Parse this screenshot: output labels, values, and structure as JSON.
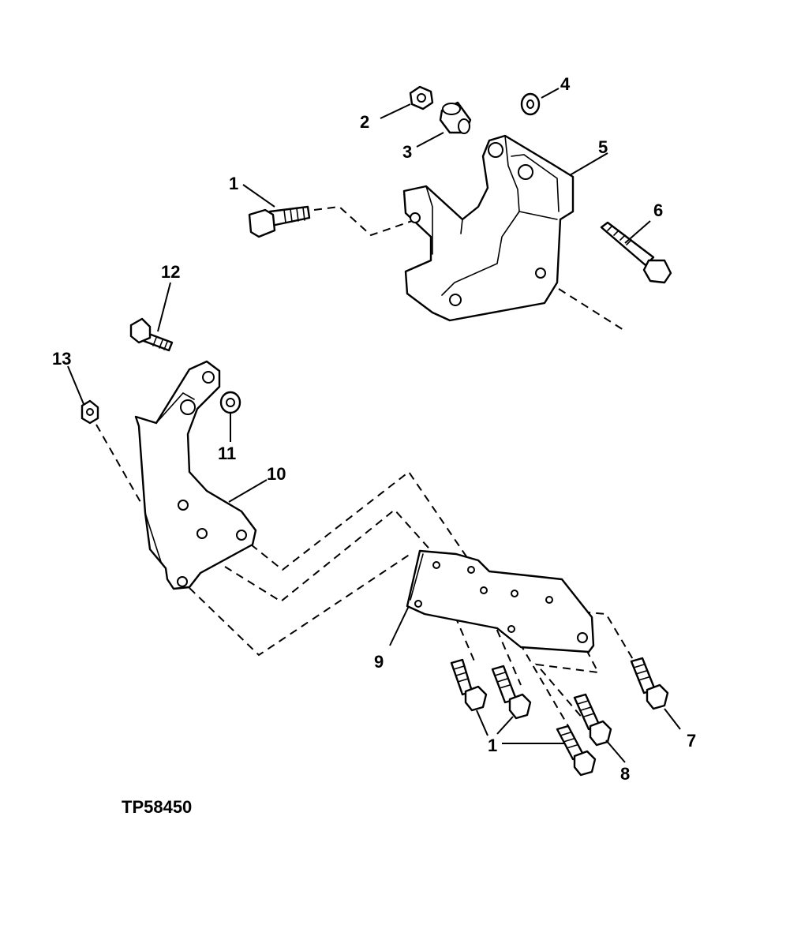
{
  "figure_id": "TP58450",
  "callouts": [
    {
      "id": "c1a",
      "label": "1"
    },
    {
      "id": "c1b",
      "label": "1"
    },
    {
      "id": "c2",
      "label": "2"
    },
    {
      "id": "c3",
      "label": "3"
    },
    {
      "id": "c4",
      "label": "4"
    },
    {
      "id": "c5",
      "label": "5"
    },
    {
      "id": "c6",
      "label": "6"
    },
    {
      "id": "c7",
      "label": "7"
    },
    {
      "id": "c8",
      "label": "8"
    },
    {
      "id": "c9",
      "label": "9"
    },
    {
      "id": "c10",
      "label": "10"
    },
    {
      "id": "c11",
      "label": "11"
    },
    {
      "id": "c12",
      "label": "12"
    },
    {
      "id": "c13",
      "label": "13"
    }
  ]
}
